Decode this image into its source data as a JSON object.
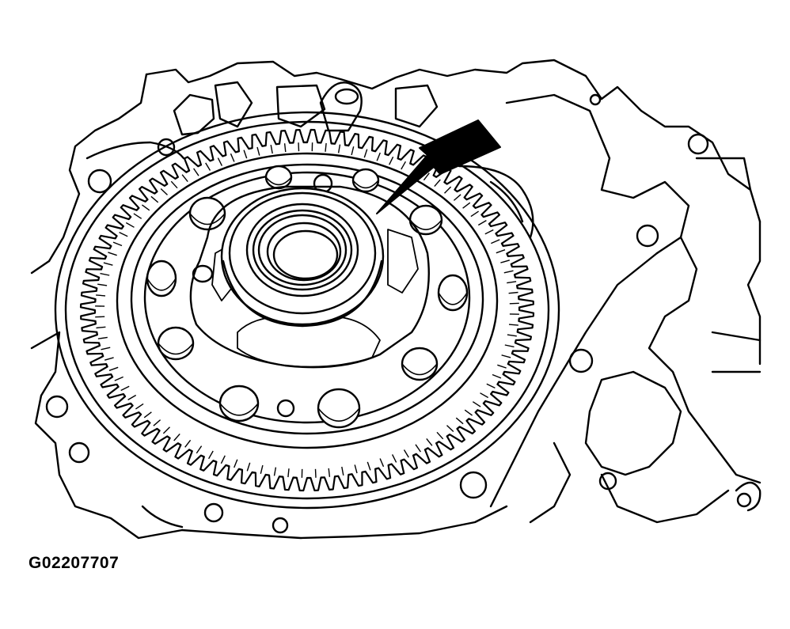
{
  "figure": {
    "id_label": "G02207707",
    "subject": "transaxle-housing-ring-gear-and-bearing",
    "callout": "arrow-pointing-at-bearing-seal"
  },
  "colors": {
    "line": "#000000",
    "background": "#ffffff"
  }
}
